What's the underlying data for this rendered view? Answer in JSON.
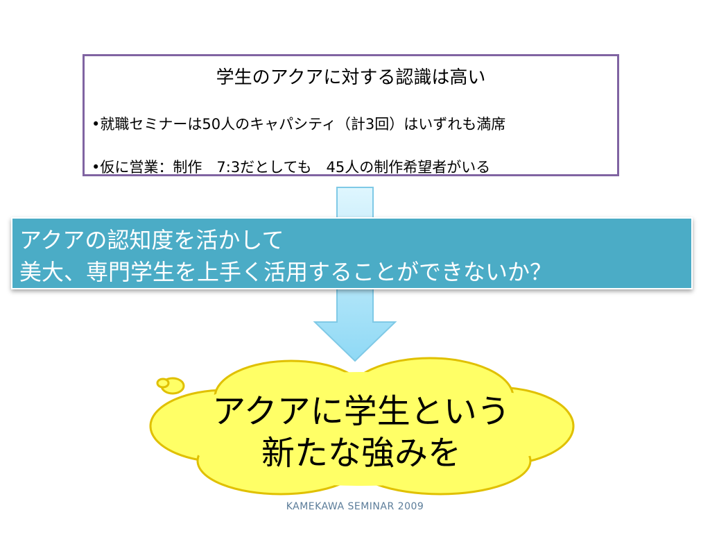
{
  "info_box": {
    "title": "学生のアクアに対する認識は高い",
    "bullet1": "•就職セミナーは50人のキャパシティ（計3回）はいずれも満席",
    "bullet2": "•仮に営業：制作　7:3だとしても　45人の制作希望者がいる",
    "border_color": "#8064a2"
  },
  "banner": {
    "line1": "アクアの認知度を活かして",
    "line2": "美大、専門学生を上手く活用することができないか？",
    "background_color": "#4bacc6"
  },
  "cloud": {
    "line1": "アクアに学生という",
    "line2": "新たな強みを",
    "fill_color": "#ffff66"
  },
  "arrow": {
    "icon": "down-arrow-icon",
    "fill_color": "#b4e8fb"
  },
  "footer": {
    "text": "KAMEKAWA SEMINAR 2009"
  }
}
